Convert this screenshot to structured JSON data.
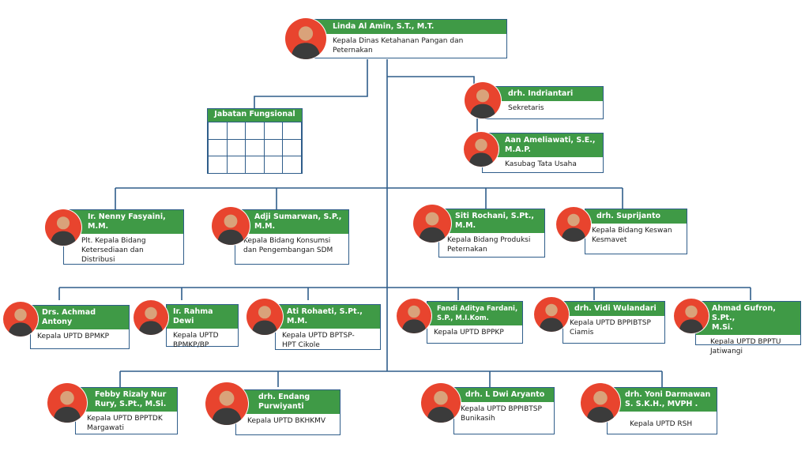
{
  "colors": {
    "header_green": "#3f9a46",
    "line_blue": "#2f5d8a",
    "avatar_red": "#e8442e"
  },
  "head": {
    "name": "Linda Al Amin, S.T., M.T.",
    "role": "Kepala Dinas Ketahanan Pangan dan\nPeternakan"
  },
  "secretary": {
    "name": "drh. Indriantari",
    "role": "Sekretaris"
  },
  "tata_usaha": {
    "name": "Aan Ameliawati, S.E.,\nM.A.P.",
    "role": "Kasubag Tata Usaha"
  },
  "jabatan_fungsional": {
    "title": "Jabatan Fungsional"
  },
  "bidang": [
    {
      "name": "Ir. Nenny Fasyaini,\nM.M.",
      "role": "Plt. Kepala Bidang\nKetersediaan dan\nDistribusi"
    },
    {
      "name": "Adji Sumarwan, S.P.,\nM.M.",
      "role": "Kepala Bidang Konsumsi\ndan Pengembangan SDM"
    },
    {
      "name": "Siti Rochani, S.Pt.,\nM.M.",
      "role": "Kepala Bidang Produksi\nPeternakan"
    },
    {
      "name": "drh. Suprijanto",
      "role": "Kepala Bidang Keswan\nKesmavet"
    }
  ],
  "uptd_row1": [
    {
      "name": "Drs. Achmad Antony",
      "role": "Kepala UPTD BPMKP"
    },
    {
      "name": "Ir. Rahma Dewi",
      "role": "Kepala UPTD\nBPMKP/BP"
    },
    {
      "name": "Ati Rohaeti, S.Pt., M.M.",
      "role": "Kepala UPTD BPTSP-\nHPT Cikole"
    },
    {
      "name": "Fandi Aditya Fardani,\nS.P., M.I.Kom.",
      "role": "Kepala UPTD BPPKP"
    },
    {
      "name": "drh. Vidi Wulandari",
      "role": "Kepala UPTD BPPIBTSP\nCiamis"
    },
    {
      "name": "Ahmad Gufron, S.Pt.,\nM.Si.",
      "role": "Kepala UPTD BPPTU\nJatiwangi"
    }
  ],
  "uptd_row2": [
    {
      "name": "Febby Rizaly Nur\nRury, S.Pt., M.Si.",
      "role": "Kepala UPTD BPPTDK\nMargawati"
    },
    {
      "name": "drh. Endang\nPurwiyanti",
      "role": "Kepala UPTD BKHKMV"
    },
    {
      "name": "drh. L Dwi Aryanto",
      "role": "Kepala UPTD BPPIBTSP\nBunikasih"
    },
    {
      "name": "drh. Yoni Darmawan\nS. S.K.H., MVPH .",
      "role": "Kepala UPTD RSH"
    }
  ]
}
